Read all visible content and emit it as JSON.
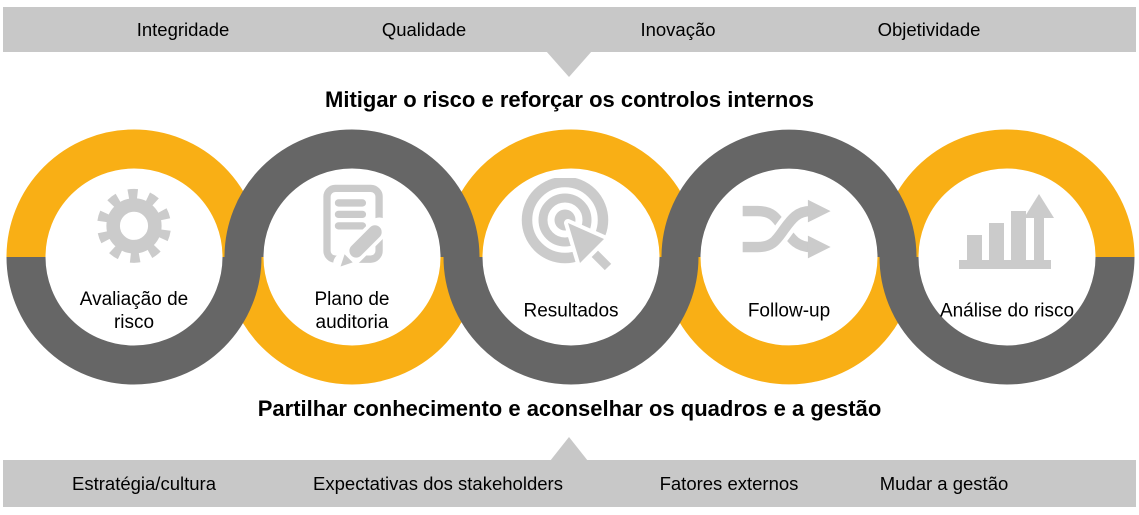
{
  "colors": {
    "yellow": "#F9AF15",
    "ring_gray": "#666666",
    "band_gray": "#C8C8C8",
    "icon_gray": "#CBCBCB",
    "text": "#000000"
  },
  "values_bar": {
    "items": [
      {
        "label": "Integridade"
      },
      {
        "label": "Qualidade"
      },
      {
        "label": "Inovação"
      },
      {
        "label": "Objetividade"
      }
    ]
  },
  "titles": {
    "top": "Mitigar o risco e reforçar os controlos internos",
    "bottom": "Partilhar conhecimento e aconselhar os quadros e a gestão"
  },
  "steps": [
    {
      "label": "Avaliação de risco",
      "icon": "gear-icon"
    },
    {
      "label": "Plano de auditoria",
      "icon": "audit-document-pencil-icon"
    },
    {
      "label": "Resultados",
      "icon": "target-cursor-icon"
    },
    {
      "label": "Follow-up",
      "icon": "shuffle-arrows-icon"
    },
    {
      "label": "Análise do risco",
      "icon": "bar-chart-growth-icon"
    }
  ],
  "drivers_bar": {
    "items": [
      {
        "label": "Estratégia/cultura"
      },
      {
        "label": "Expectativas dos stakeholders"
      },
      {
        "label": "Fatores externos"
      },
      {
        "label": "Mudar a gestão"
      }
    ]
  }
}
